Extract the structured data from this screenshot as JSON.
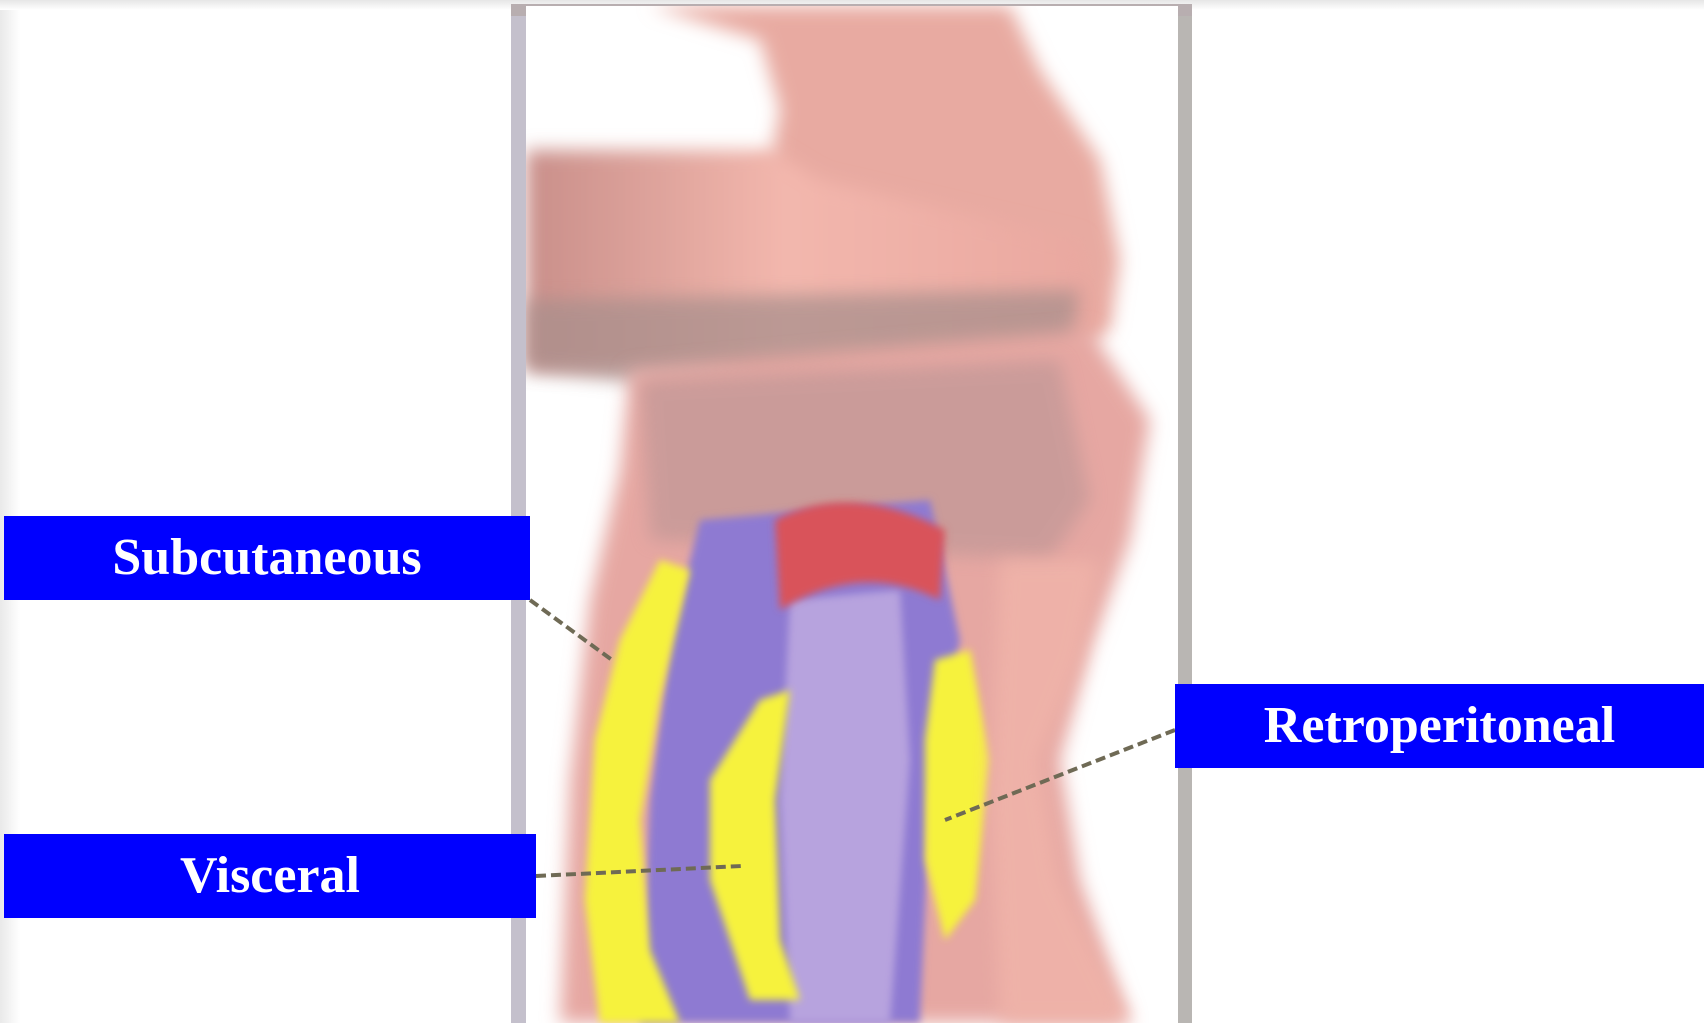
{
  "labels": {
    "subcutaneous": "Subcutaneous",
    "retroperitoneal": "Retroperitoneal",
    "visceral": "Visceral"
  },
  "colors": {
    "label_background": "#0000ff",
    "label_text": "#ffffff",
    "skin": "#f0b6ab",
    "fat": "#f6f23e",
    "viscera": "#8e7ad2",
    "muscle": "#d9535a",
    "leader_line": "#6f6a55"
  }
}
